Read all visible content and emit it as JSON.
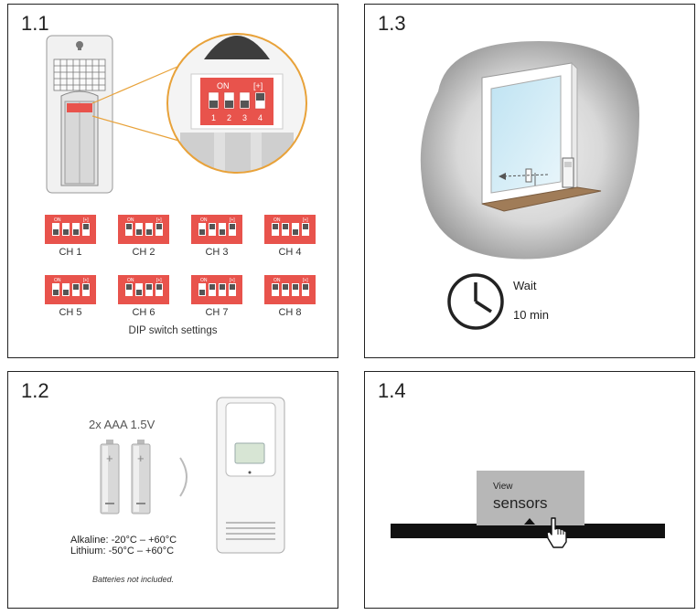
{
  "panels": {
    "p11": {
      "number": "1.1",
      "caption": "DIP switch settings",
      "zoom_on": "ON",
      "zoom_plus": "[+]",
      "zoom_nums": [
        "1",
        "2",
        "3",
        "4"
      ],
      "mini_on": "ON",
      "mini_plus": "[+]",
      "channels": [
        "CH 1",
        "CH 2",
        "CH 3",
        "CH 4",
        "CH 5",
        "CH 6",
        "CH 7",
        "CH 8"
      ]
    },
    "p12": {
      "number": "1.2",
      "battery_label": "2x AAA 1.5V",
      "alkaline": "Alkaline: -20°C – +60°C",
      "lithium": "Lithium: -50°C – +60°C",
      "note": "Batteries not included."
    },
    "p13": {
      "number": "1.3",
      "wait": "Wait",
      "duration": "10 min"
    },
    "p14": {
      "number": "1.4",
      "view": "View",
      "sensors": "sensors"
    }
  },
  "colors": {
    "dip_red": "#e8534c",
    "zoom_ring": "#e8a23a",
    "frame": "#222222"
  }
}
